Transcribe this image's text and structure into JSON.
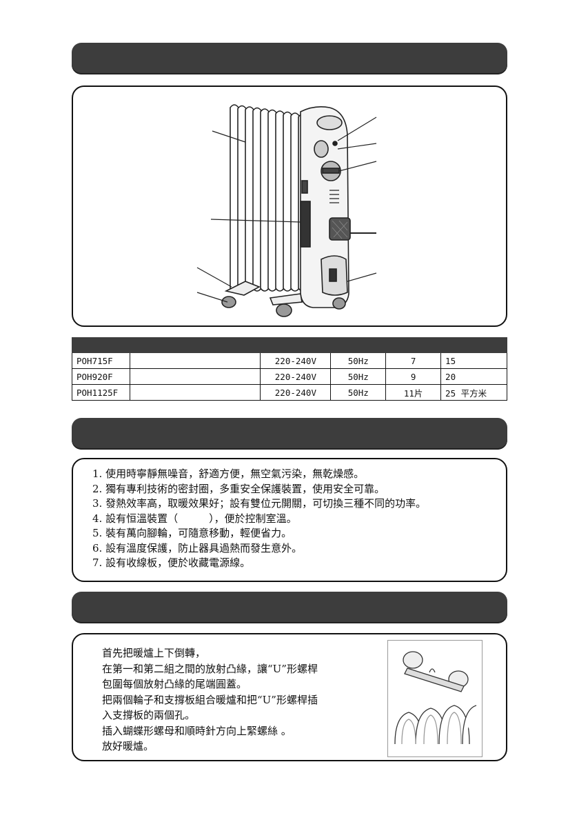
{
  "spec_table": {
    "rows": [
      {
        "model": "POH715F",
        "name": "",
        "voltage": "220-240V",
        "frequency": "50Hz",
        "fins": "7",
        "area": "15"
      },
      {
        "model": "POH920F",
        "name": "",
        "voltage": "220-240V",
        "frequency": "50Hz",
        "fins": "9",
        "area": "20"
      },
      {
        "model": "POH1125F",
        "name": "",
        "voltage": "220-240V",
        "frequency": "50Hz",
        "fins": "11片",
        "area": "25 平方米"
      }
    ]
  },
  "features": [
    "1. 使用時寧靜無噪音，舒適方便，無空氣污染，無乾燥感。",
    "2. 獨有專利技術的密封圈，多重安全保護裝置，使用安全可靠。",
    "3. 發熱效率高，取暖效果好；設有雙位元開關，可切換三種不同的功率。",
    "4. 設有恒溫裝置（　　　），便於控制室溫。",
    "5. 裝有萬向腳輪，可隨意移動，輕便省力。",
    "6. 設有溫度保護，防止器具過熱而發生意外。",
    "7. 設有收線板，便於收藏電源線。"
  ],
  "installation": [
    "首先把暖爐上下倒轉，",
    "在第一和第二組之間的放射凸緣，讓“U”形螺桿",
    "包圍每個放射凸緣的尾端圓蓋。",
    "把兩個輪子和支撐板組合暖爐和把“U”形螺桿插",
    "入支撐板的兩個孔。",
    "插入蝴蝶形螺母和順時針方向上緊螺絲 。",
    "放好暖爐。"
  ],
  "colors": {
    "header_bar": "#3d3d3d",
    "border": "#111111"
  },
  "illustrations": {
    "main": "oil-filled-radiator-heater-drawing",
    "inset": "u-bolt-wheel-assembly-drawing"
  }
}
